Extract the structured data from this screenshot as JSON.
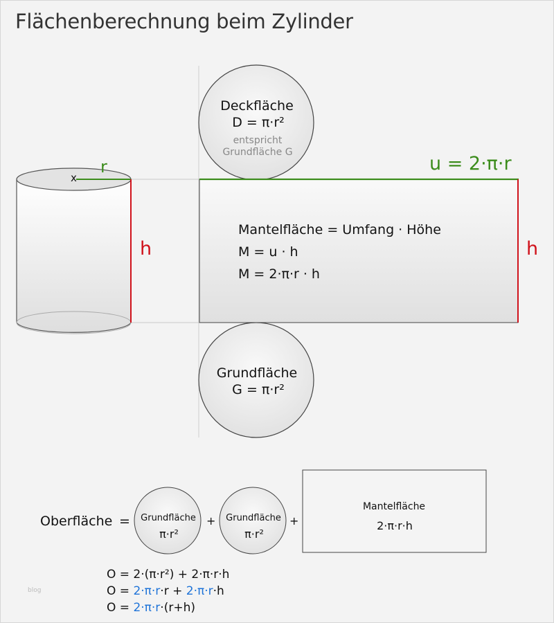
{
  "title": "Flächenberechnung beim Zylinder",
  "cylinder": {
    "center_mark": "x",
    "radius_label": "r",
    "height_label": "h"
  },
  "top_circle": {
    "name": "Deckfläche",
    "formula": "D = π·r²",
    "note_line1": "entspricht",
    "note_line2": "Grundfläche G"
  },
  "circumference_label": "u = 2·π·r",
  "mantle": {
    "line1": "Mantelfläche = Umfang · Höhe",
    "line2": "M = u · h",
    "line3": "M = 2·π·r · h",
    "height_label": "h"
  },
  "bottom_circle": {
    "name": "Grundfläche",
    "formula": "G = π·r²"
  },
  "surface": {
    "label": "Oberfläche",
    "equals": "=",
    "plus": "+",
    "circle1_name": "Grundfläche",
    "circle1_formula": "π·r²",
    "circle2_name": "Grundfläche",
    "circle2_formula": "π·r²",
    "rect_name": "Mantelfläche",
    "rect_formula": "2·π·r·h"
  },
  "formulas": {
    "f1": "O = 2·(π·r²) + 2·π·r·h",
    "f2_prefix": "O = ",
    "f2_blue1": "2·π·r",
    "f2_mid": "·r + ",
    "f2_blue2": "2·π·r",
    "f2_suffix": "·h",
    "f3_prefix": "O = ",
    "f3_blue": "2·π·r",
    "f3_suffix": "·(r+h)"
  },
  "watermark": "blog",
  "colors": {
    "radius": "#3c8c1c",
    "height": "#d0121b",
    "accent_blue": "#1e73d8"
  }
}
